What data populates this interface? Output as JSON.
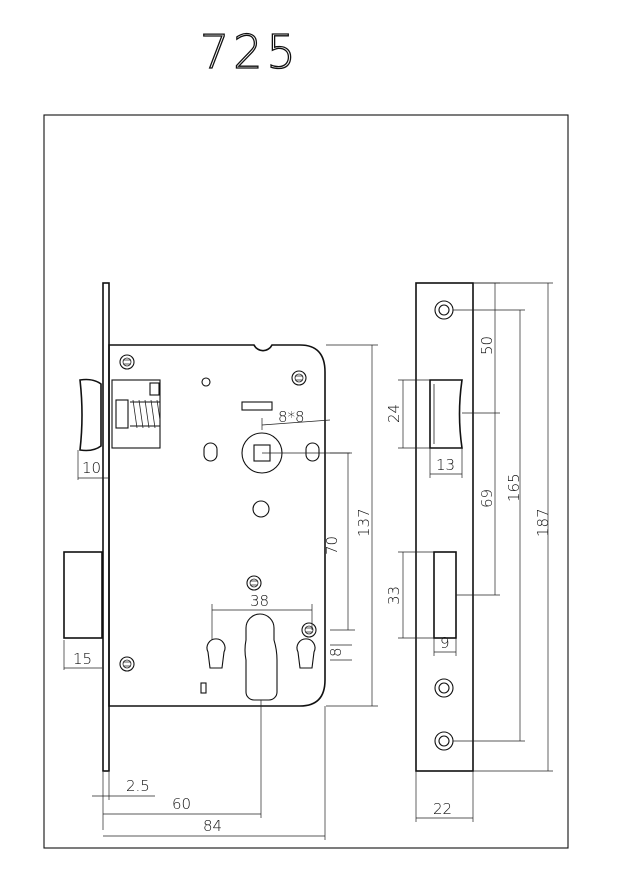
{
  "title": "725",
  "dimensions": {
    "faceplate_offset": "2.5",
    "backset": "60",
    "case_depth": "84",
    "latch_projection": "10",
    "deadbolt_projection": "15",
    "square_follower": "8*8",
    "center_distance": "70",
    "case_height": "137",
    "cylinder_width": "38",
    "cylinder_offset": "8",
    "top_to_latch": "50",
    "latch_height": "24",
    "latch_width": "13",
    "latch_to_bolt": "69",
    "screw_spacing": "165",
    "plate_length": "187",
    "bolt_height": "33",
    "bolt_width": "9",
    "plate_width": "22"
  }
}
